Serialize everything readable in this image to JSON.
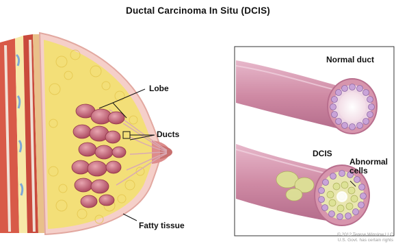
{
  "title": "Ductal Carcinoma In Situ (DCIS)",
  "breast_panel": {
    "lobe_label": "Lobe",
    "ducts_label": "Ducts",
    "fatty_label": "Fatty tissue"
  },
  "duct_panel": {
    "normal_label": "Normal duct",
    "dcis_label": "DCIS",
    "abnormal_label_line1": "Abnormal",
    "abnormal_label_line2": "cells"
  },
  "credit": {
    "line1": "© 2012 Terese Winslow LLC",
    "line2": "U.S. Govt. has certain rights"
  },
  "colors": {
    "skin": "#f3c6c0",
    "fat": "#f3e07a",
    "lobule": "#c8586a",
    "duct_wall": "#d89ab0",
    "cell": "#c9a3d8",
    "abnormal_cell": "#d9df8c"
  }
}
